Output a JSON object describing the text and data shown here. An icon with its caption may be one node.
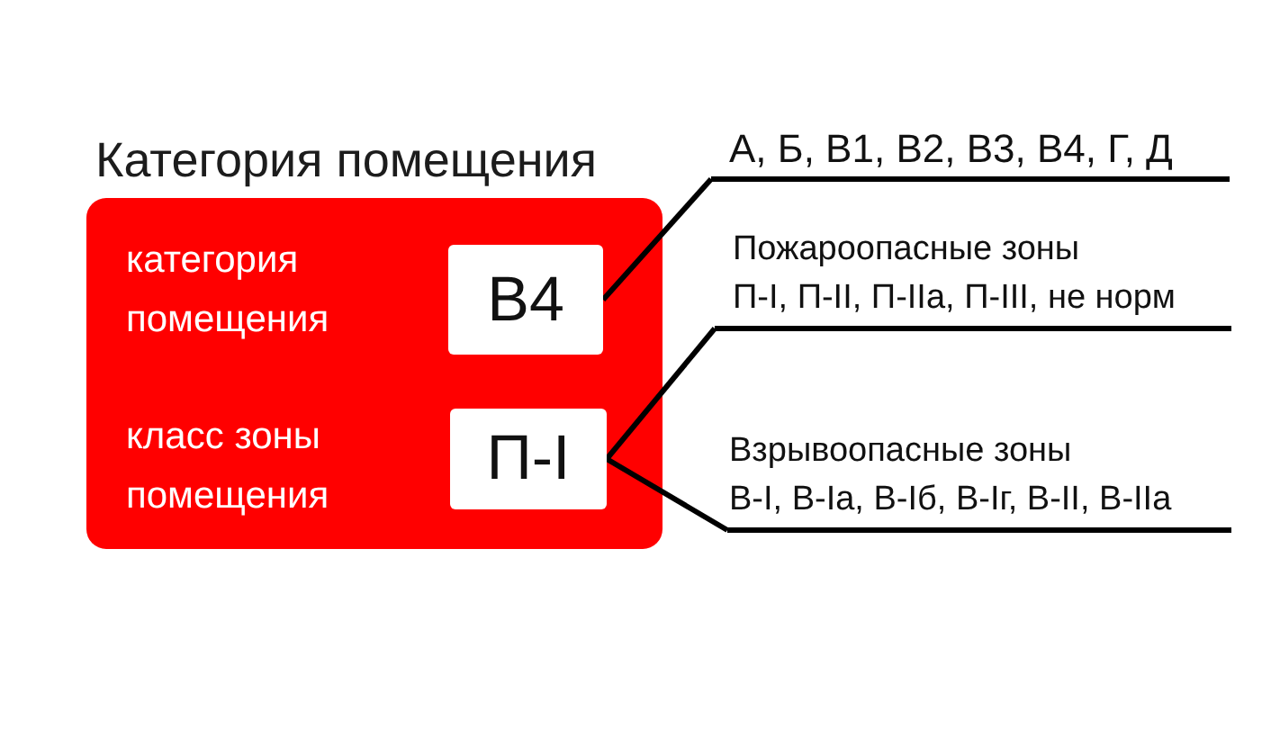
{
  "diagram": {
    "nodes": [
      {
        "text": [
          "Категория помещения"
        ]
      },
      {
        "text": [
          "В4"
        ],
        "beside": [
          "категория помещения"
        ],
        "in": 0
      },
      {
        "text": [
          "П-I"
        ],
        "beside": [
          "класс зоны помещения"
        ],
        "in": 0
      },
      {
        "text": [
          "А, Б, В1, В2, В3, В4, Г, Д"
        ]
      },
      {
        "text": [
          "Пожароопасные зоны",
          "П-I, П-II, П-IIа, П-III, не норм"
        ]
      },
      {
        "text": [
          "Взрывоопасные зоны",
          "В-I, В-Iа, В-Iб, В-Iг, В-II, В-IIа"
        ]
      }
    ],
    "edges": [
      {
        "from": 1,
        "to": 3,
        "arrow": "none"
      },
      {
        "from": 2,
        "to": 4,
        "arrow": "none"
      },
      {
        "from": 2,
        "to": 5,
        "arrow": "none"
      }
    ]
  }
}
